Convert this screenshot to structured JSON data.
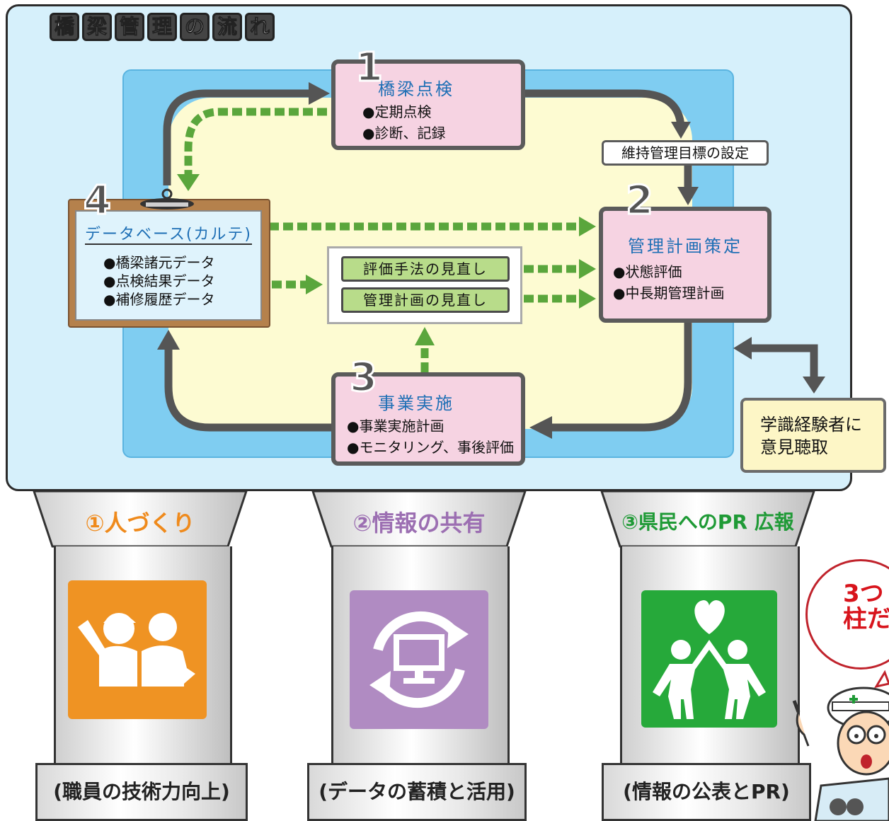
{
  "title_chars": [
    "橋",
    "梁",
    "管",
    "理",
    "の",
    "流",
    "れ"
  ],
  "steps": {
    "s1": {
      "num": "1",
      "title": "橋梁点検",
      "items": [
        "●定期点検",
        "●診断、記録"
      ]
    },
    "s2": {
      "num": "2",
      "title": "管理計画策定",
      "items": [
        "●状態評価",
        "●中長期管理計画"
      ]
    },
    "s3": {
      "num": "3",
      "title": "事業実施",
      "items": [
        "●事業実施計画",
        "●モニタリング、事後評価"
      ]
    },
    "s4": {
      "num": "4",
      "title": "データベース(カルテ)",
      "items": [
        "●橋梁諸元データ",
        "●点検結果データ",
        "●補修履歴データ"
      ]
    }
  },
  "target_label": "維持管理目標の設定",
  "review": {
    "method": "評価手法の見直し",
    "plan": "管理計画の見直し"
  },
  "expert": {
    "line1": "学識経験者に",
    "line2": "意見聴取"
  },
  "pillars": [
    {
      "cap": "①人づくり",
      "base": "(職員の技術力向上)",
      "icon": "workers-icon",
      "color": "#ef9323",
      "capColor": "#ef8a1c"
    },
    {
      "cap": "②情報の共有",
      "base": "(データの蓄積と活用)",
      "icon": "data-cycle-icon",
      "color": "#b08bc2",
      "capColor": "#9c6fb2"
    },
    {
      "cap": "③県民へのPR 広報",
      "base": "(情報の公表とPR)",
      "icon": "heart-people-icon",
      "color": "#26a93a",
      "capColor": "#1f9a36"
    }
  ],
  "bubble": {
    "line1": "3つ",
    "line2": "柱だ"
  }
}
